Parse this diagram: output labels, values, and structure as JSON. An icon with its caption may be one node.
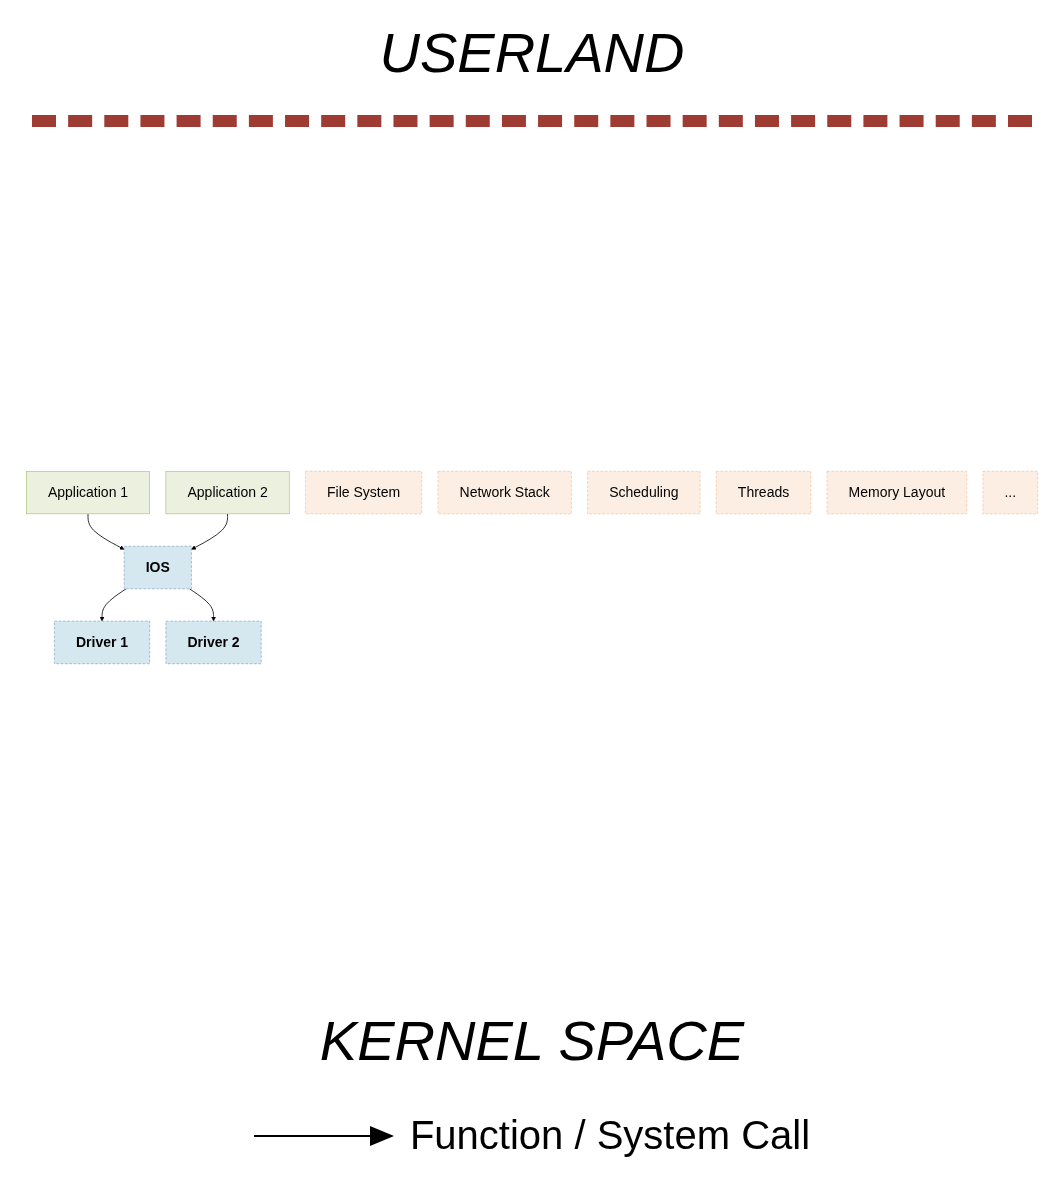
{
  "diagram": {
    "nodes": [
      {
        "text": [
          "Application 1"
        ]
      },
      {
        "text": [
          "Application 2"
        ]
      },
      {
        "text": [
          "IOS"
        ]
      },
      {
        "text": [
          "Driver 1"
        ]
      },
      {
        "text": [
          "Driver 2"
        ]
      },
      {
        "text": [
          "File System"
        ]
      },
      {
        "text": [
          "Network Stack"
        ]
      },
      {
        "text": [
          "Scheduling"
        ]
      },
      {
        "text": [
          "Threads"
        ]
      },
      {
        "text": [
          "Memory Layout"
        ]
      },
      {
        "text": [
          "..."
        ]
      }
    ],
    "edges": [
      {
        "from": 0,
        "to": 2,
        "arrow": "to"
      },
      {
        "from": 1,
        "to": 2,
        "arrow": "to"
      },
      {
        "from": 2,
        "to": 3,
        "arrow": "to"
      },
      {
        "from": 2,
        "to": 4,
        "arrow": "to"
      }
    ],
    "labels": [
      "USERLAND",
      "KERNEL SPACE"
    ],
    "legend": [
      {
        "text": "Function / System Call"
      }
    ]
  }
}
